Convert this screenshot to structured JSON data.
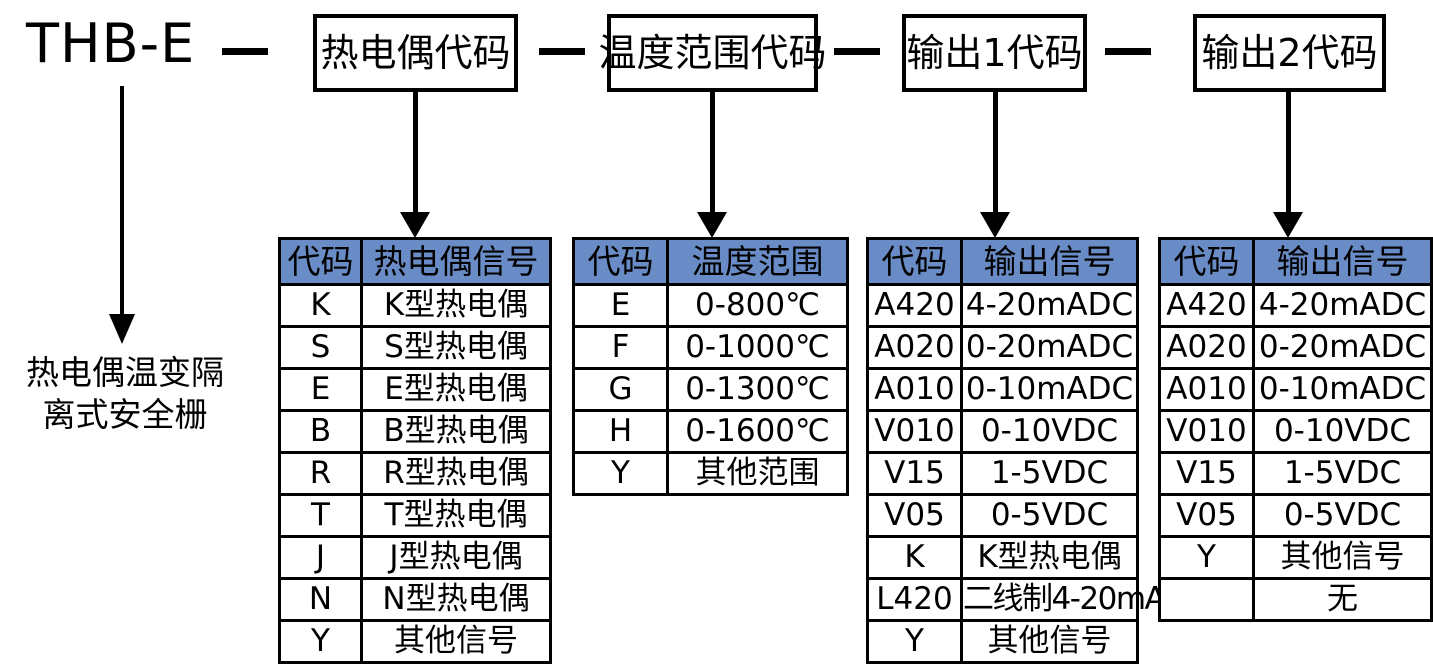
{
  "model": {
    "name": "THB-E",
    "caption": "热电偶温变隔\n离式安全栅",
    "caption_line1": "热电偶温变隔",
    "caption_line2": "离式安全栅"
  },
  "separators": [
    "—",
    "—",
    "—",
    "—"
  ],
  "header_boxes": [
    {
      "label": "热电偶代码"
    },
    {
      "label": "温度范围代码"
    },
    {
      "label": "输出1代码"
    },
    {
      "label": "输出2代码"
    }
  ],
  "tables": [
    {
      "id": "thermocouple-table",
      "headers": [
        "代码",
        "热电偶信号"
      ],
      "rows": [
        [
          "K",
          "K型热电偶"
        ],
        [
          "S",
          "S型热电偶"
        ],
        [
          "E",
          "E型热电偶"
        ],
        [
          "B",
          "B型热电偶"
        ],
        [
          "R",
          "R型热电偶"
        ],
        [
          "T",
          "T型热电偶"
        ],
        [
          "J",
          "J型热电偶"
        ],
        [
          "N",
          "N型热电偶"
        ],
        [
          "Y",
          "其他信号"
        ]
      ]
    },
    {
      "id": "temperature-range-table",
      "headers": [
        "代码",
        "温度范围"
      ],
      "rows": [
        [
          "E",
          "0-800℃"
        ],
        [
          "F",
          "0-1000℃"
        ],
        [
          "G",
          "0-1300℃"
        ],
        [
          "H",
          "0-1600℃"
        ],
        [
          "Y",
          "其他范围"
        ]
      ]
    },
    {
      "id": "output1-table",
      "headers": [
        "代码",
        "输出信号"
      ],
      "rows": [
        [
          "A420",
          "4-20mADC"
        ],
        [
          "A020",
          "0-20mADC"
        ],
        [
          "A010",
          "0-10mADC"
        ],
        [
          "V010",
          "0-10VDC"
        ],
        [
          "V15",
          "1-5VDC"
        ],
        [
          "V05",
          "0-5VDC"
        ],
        [
          "K",
          "K型热电偶"
        ],
        [
          "L420",
          "二线制4-20mA"
        ],
        [
          "Y",
          "其他信号"
        ]
      ]
    },
    {
      "id": "output2-table",
      "headers": [
        "代码",
        "输出信号"
      ],
      "rows": [
        [
          "A420",
          "4-20mADC"
        ],
        [
          "A020",
          "0-20mADC"
        ],
        [
          "A010",
          "0-10mADC"
        ],
        [
          "V010",
          "0-10VDC"
        ],
        [
          "V15",
          "1-5VDC"
        ],
        [
          "V05",
          "0-5VDC"
        ],
        [
          "Y",
          "其他信号"
        ],
        [
          "",
          "无"
        ]
      ]
    }
  ],
  "colors": {
    "header_blue": "#6a8cc6",
    "line": "#000000",
    "background": "#ffffff"
  }
}
